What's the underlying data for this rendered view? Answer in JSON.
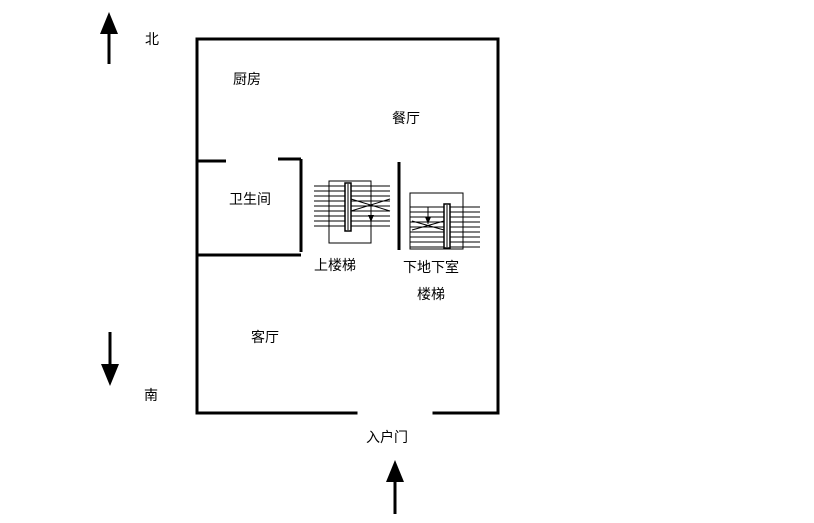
{
  "labels": {
    "north": "北",
    "south": "南",
    "kitchen": "厨房",
    "dining_room": "餐厅",
    "bathroom": "卫生间",
    "stairs_up": "上楼梯",
    "stairs_basement_line1": "下地下室",
    "stairs_basement_line2": "楼梯",
    "living_room": "客厅",
    "entrance": "入户门"
  },
  "colors": {
    "line": "#000000",
    "background": "#ffffff"
  }
}
